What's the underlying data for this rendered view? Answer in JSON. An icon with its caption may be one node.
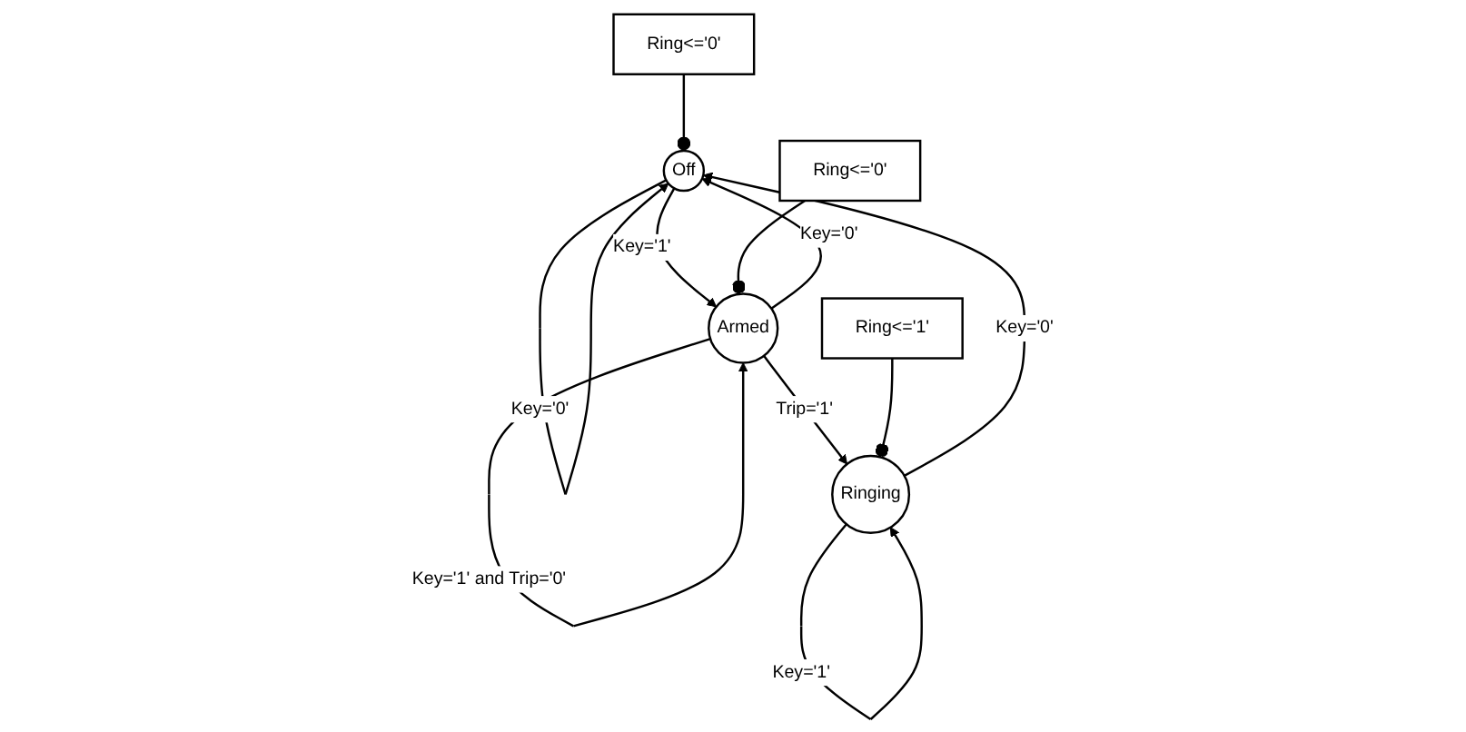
{
  "diagram": {
    "nodes": [
      {
        "text": [
          "Off"
        ]
      },
      {
        "text": [
          "Ring<='0'"
        ]
      },
      {
        "text": [
          "Armed"
        ]
      },
      {
        "text": [
          "Ring<='0'"
        ]
      },
      {
        "text": [
          "Ringing"
        ]
      },
      {
        "text": [
          "Ring<='1'"
        ]
      }
    ],
    "edges": [
      {
        "from": 0,
        "to": 0,
        "arrow": "to",
        "label": "Key='0'"
      },
      {
        "from": 0,
        "to": 2,
        "arrow": "to",
        "label": "Key='1'"
      },
      {
        "from": 2,
        "to": 2,
        "arrow": "to",
        "label": "Key='1' and  Trip='0'"
      },
      {
        "from": 2,
        "to": 0,
        "arrow": "to",
        "label": "Key='0'"
      },
      {
        "from": 1,
        "to": 0,
        "arrow": "other"
      },
      {
        "from": 3,
        "to": 2,
        "arrow": "other"
      },
      {
        "from": 2,
        "to": 4,
        "arrow": "to",
        "label": "Trip='1'"
      },
      {
        "from": 4,
        "to": 0,
        "arrow": "to",
        "label": "Key='0'"
      },
      {
        "from": 5,
        "to": 4,
        "arrow": "other"
      },
      {
        "from": 4,
        "to": 4,
        "arrow": "to",
        "label": "Key='1'"
      }
    ]
  }
}
